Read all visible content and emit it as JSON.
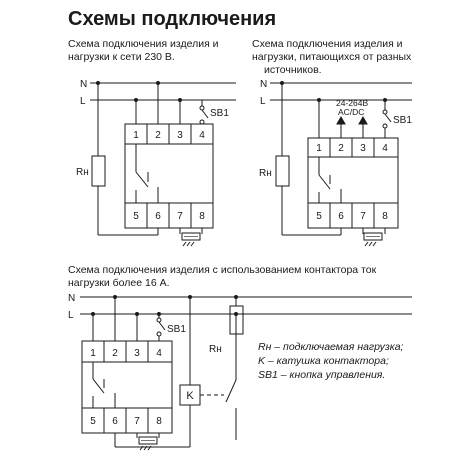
{
  "title": "Схемы подключения",
  "diagram1": {
    "caption_line1": "Схема подключения изделия и",
    "caption_line2": "нагрузки к сети 230 В.",
    "terminals_top": [
      "1",
      "2",
      "3",
      "4"
    ],
    "terminals_bottom": [
      "5",
      "6",
      "7",
      "8"
    ],
    "line_n": "N",
    "line_l": "L",
    "switch": "SB1",
    "load": "Rн"
  },
  "diagram2": {
    "caption_line1": "Схема подключения изделия и",
    "caption_line2": "нагрузки, питающихся от разных",
    "caption_line3": "источников.",
    "terminals_top": [
      "1",
      "2",
      "3",
      "4"
    ],
    "terminals_bottom": [
      "5",
      "6",
      "7",
      "8"
    ],
    "line_n": "N",
    "line_l": "L",
    "switch": "SB1",
    "load": "Rн",
    "supply_line1": "24-264В",
    "supply_line2": "AC/DC"
  },
  "diagram3": {
    "caption_line1": "Схема подключения изделия с использованием контактора ток",
    "caption_line2": "нагрузки более 16 А.",
    "terminals_top": [
      "1",
      "2",
      "3",
      "4"
    ],
    "terminals_bottom": [
      "5",
      "6",
      "7",
      "8"
    ],
    "line_n": "N",
    "line_l": "L",
    "switch": "SB1",
    "load": "Rн",
    "contactor": "K"
  },
  "legend": {
    "line1": "Rн – подключаемая нагрузка;",
    "line2": "K – катушка контактора;",
    "line3": "SB1 – кнопка управления."
  }
}
